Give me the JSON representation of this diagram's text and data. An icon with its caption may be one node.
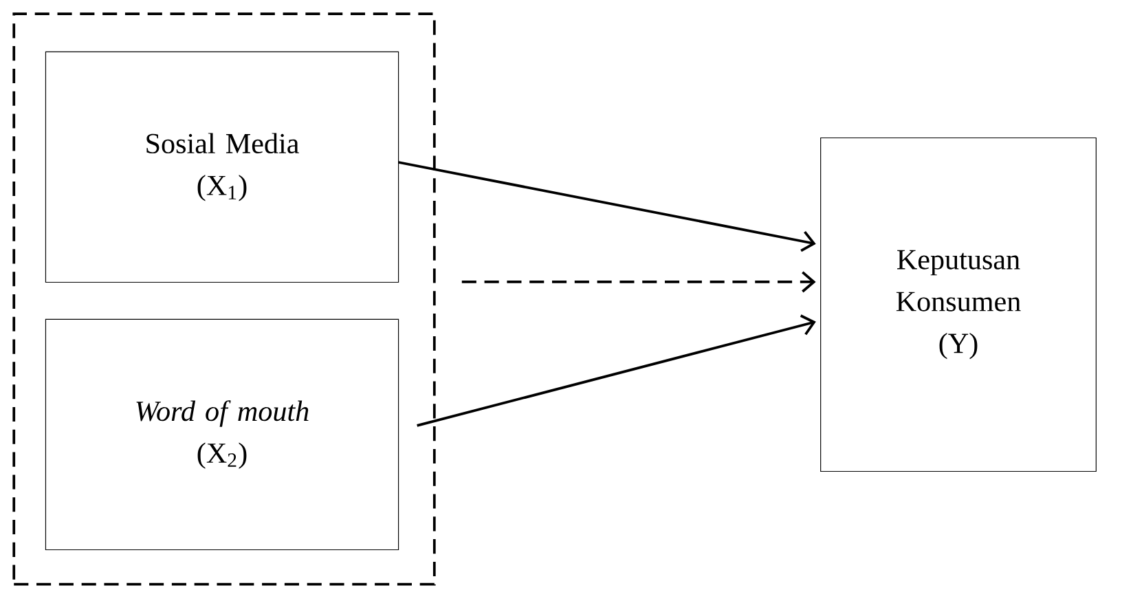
{
  "diagram": {
    "nodes": [
      {
        "text": [],
        "shape": "box"
      },
      {
        "text": [
          "Sosial Media",
          "(X$_{1}$)"
        ],
        "in": 0
      },
      {
        "text": [
          "*Word of mouth*",
          "(X$_{2}$)"
        ],
        "in": 0
      },
      {
        "text": [
          "Keputusan Konsumen",
          "(Y)"
        ]
      }
    ],
    "edges": [
      {
        "from": 1,
        "to": 3,
        "arrow": "to"
      },
      {
        "from": 0,
        "to": 3,
        "arrow": "to",
        "style": "dashed"
      },
      {
        "from": 2,
        "to": 3,
        "arrow": "to"
      }
    ]
  }
}
